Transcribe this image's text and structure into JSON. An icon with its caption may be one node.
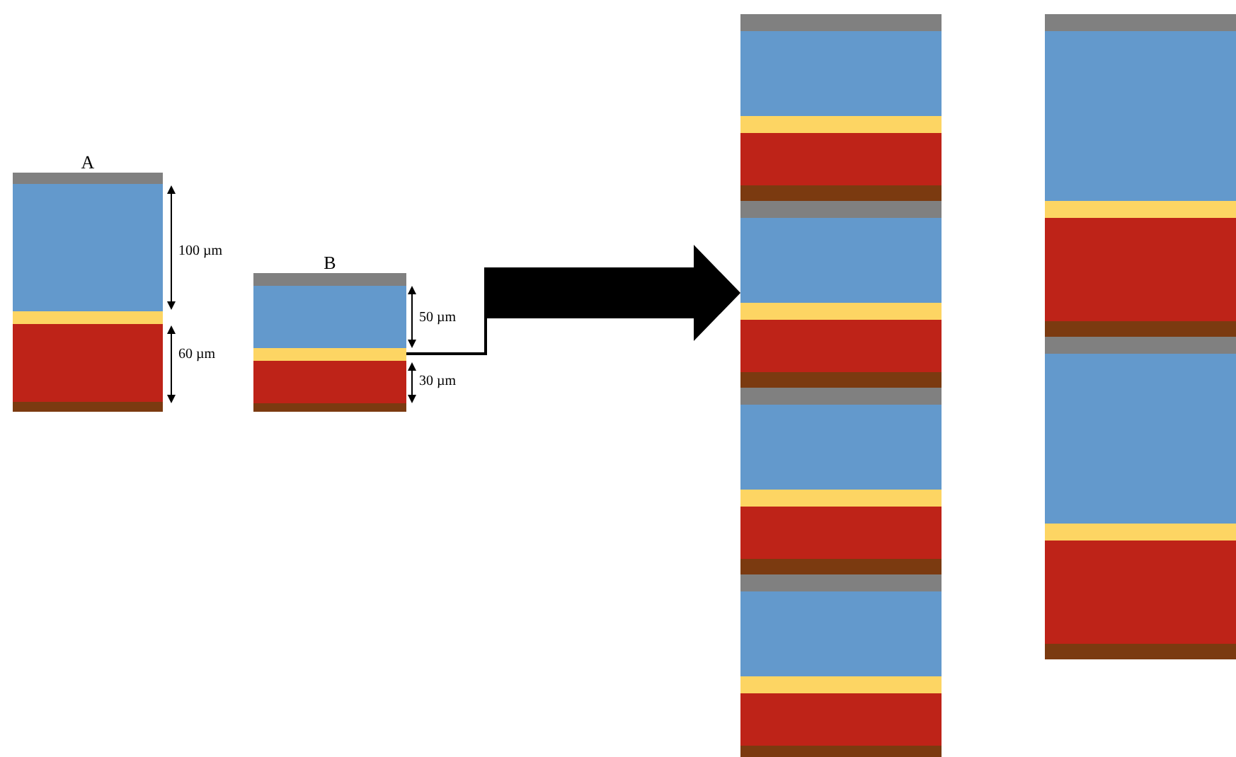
{
  "diagram": {
    "nodes": [
      {
        "text": [
          "A"
        ]
      },
      {
        "text": [
          "B"
        ]
      },
      {
        "text": [],
        "shape": "box"
      },
      {
        "text": [],
        "shape": "box"
      }
    ],
    "edges": [
      {
        "from": 1,
        "to": 2,
        "arrow": "to"
      }
    ],
    "labels": [
      "100 µm",
      "60 µm",
      "50 µm",
      "30 µm"
    ]
  }
}
